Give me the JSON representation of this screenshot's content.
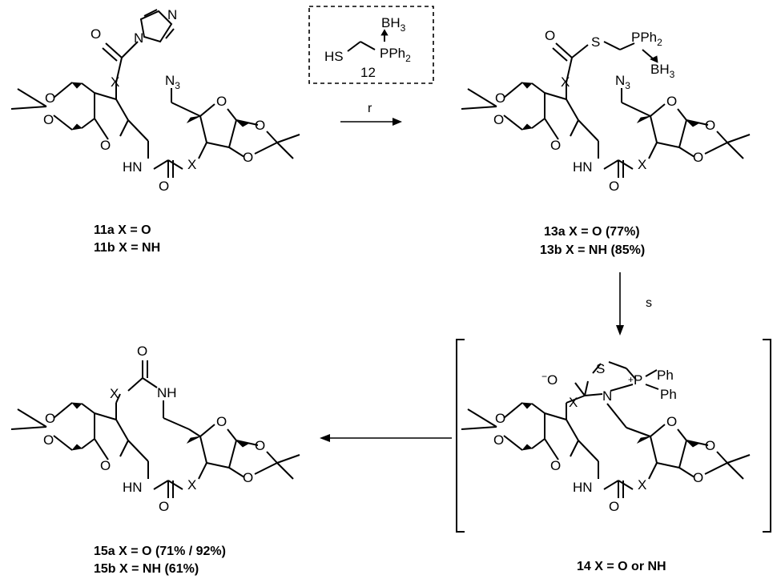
{
  "atoms": {
    "O": "O",
    "N": "N",
    "X": "X",
    "S": "S",
    "HN": "HN",
    "NH": "NH",
    "N3": "N",
    "N3_sub": "3",
    "HS": "HS",
    "BH3": "BH",
    "BH3_sub": "3",
    "PPh2": "PPh",
    "PPh2_sub": "2",
    "P": "P",
    "Ph": "Ph",
    "plus": "+",
    "minus": "−"
  },
  "reagent": {
    "number": "12"
  },
  "reactions": {
    "r": "r",
    "s": "s"
  },
  "compounds": {
    "c11a": "11a X = O",
    "c11b": "11b X = NH",
    "c13a": "13a X = O (77%)",
    "c13b": "13b X = NH (85%)",
    "c14": "14 X = O or NH",
    "c15a": "15a X = O (71% / 92%)",
    "c15b": "15b X = NH (61%)"
  }
}
